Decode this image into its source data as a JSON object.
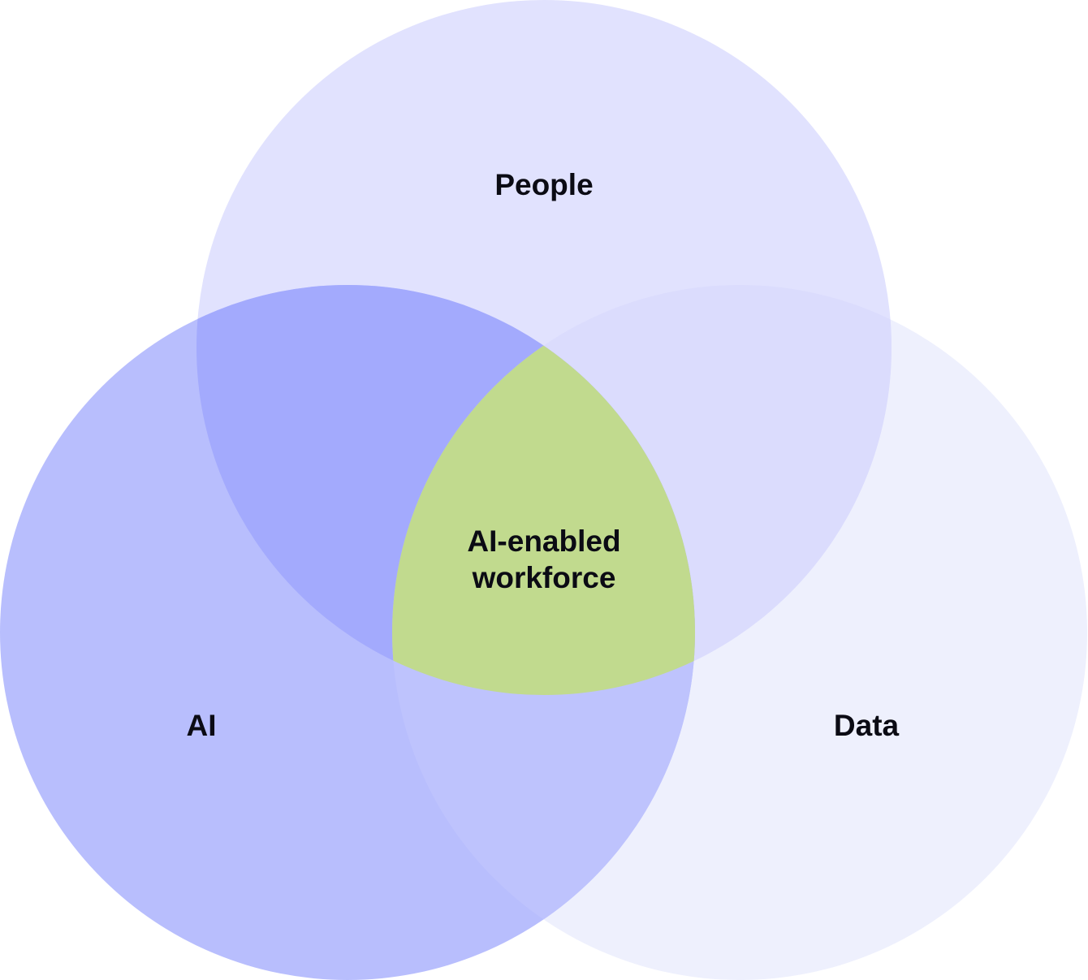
{
  "diagram": {
    "type": "venn",
    "sets": [
      {
        "label": "People",
        "color": "#e1e2fe"
      },
      {
        "label": "AI",
        "color": "#b8befd"
      },
      {
        "label": "Data",
        "color": "#eef0fd"
      }
    ],
    "intersections": {
      "ai_people_color": "#a3aafd",
      "people_data_color": "#dbdcfd",
      "ai_data_color": "#bec3fd",
      "center": {
        "line1": "AI-enabled",
        "line2": "workforce",
        "color": "#c1da8e"
      }
    }
  }
}
